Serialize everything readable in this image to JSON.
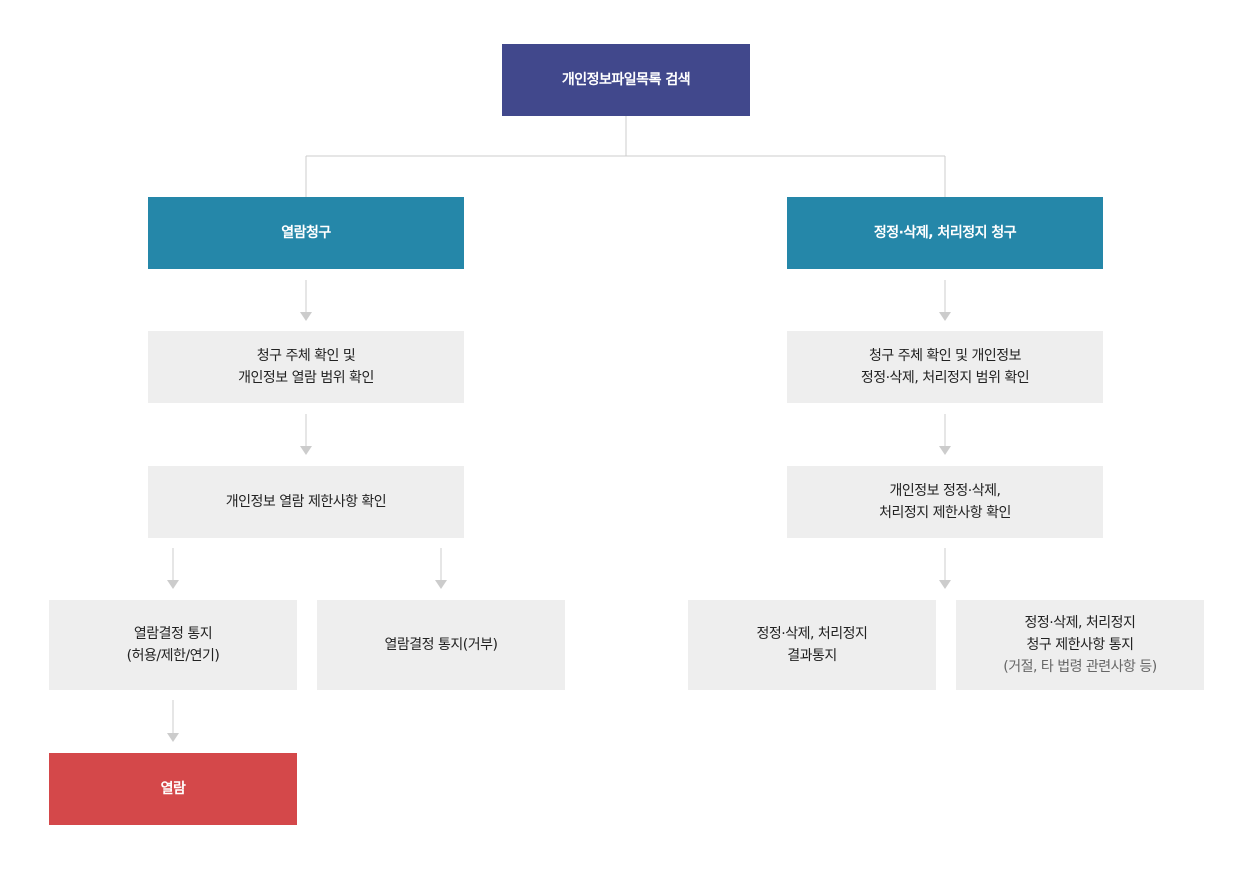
{
  "colors": {
    "navy": "#41488c",
    "teal": "#2587a9",
    "red": "#d4484a",
    "gray_box": "#eeeeee",
    "connector": "#cccccc"
  },
  "root": {
    "label": "개인정보파일목록 검색"
  },
  "left": {
    "header": "열람청구",
    "step1": {
      "line1": "청구 주체 확인 및",
      "line2": "개인정보 열람 범위 확인"
    },
    "step2": {
      "line1": "개인정보 열람 제한사항 확인"
    },
    "decision_allow": {
      "line1": "열람결정 통지",
      "line2": "(허용/제한/연기)"
    },
    "decision_deny": {
      "line1": "열람결정 통지(거부)"
    },
    "final": {
      "label": "열람"
    }
  },
  "right": {
    "header": "정정·삭제, 처리정지 청구",
    "step1": {
      "line1": "청구 주체 확인 및 개인정보",
      "line2": "정정·삭제, 처리정지 범위 확인"
    },
    "step2": {
      "line1": "개인정보 정정·삭제,",
      "line2": "처리정지 제한사항 확인"
    },
    "result": {
      "line1": "정정·삭제, 처리정지",
      "line2": "결과통지"
    },
    "restriction": {
      "line1": "정정·삭제, 처리정지",
      "line2": "청구 제한사항 통지",
      "line3": "(거절, 타 법령 관련사항 등)"
    }
  }
}
